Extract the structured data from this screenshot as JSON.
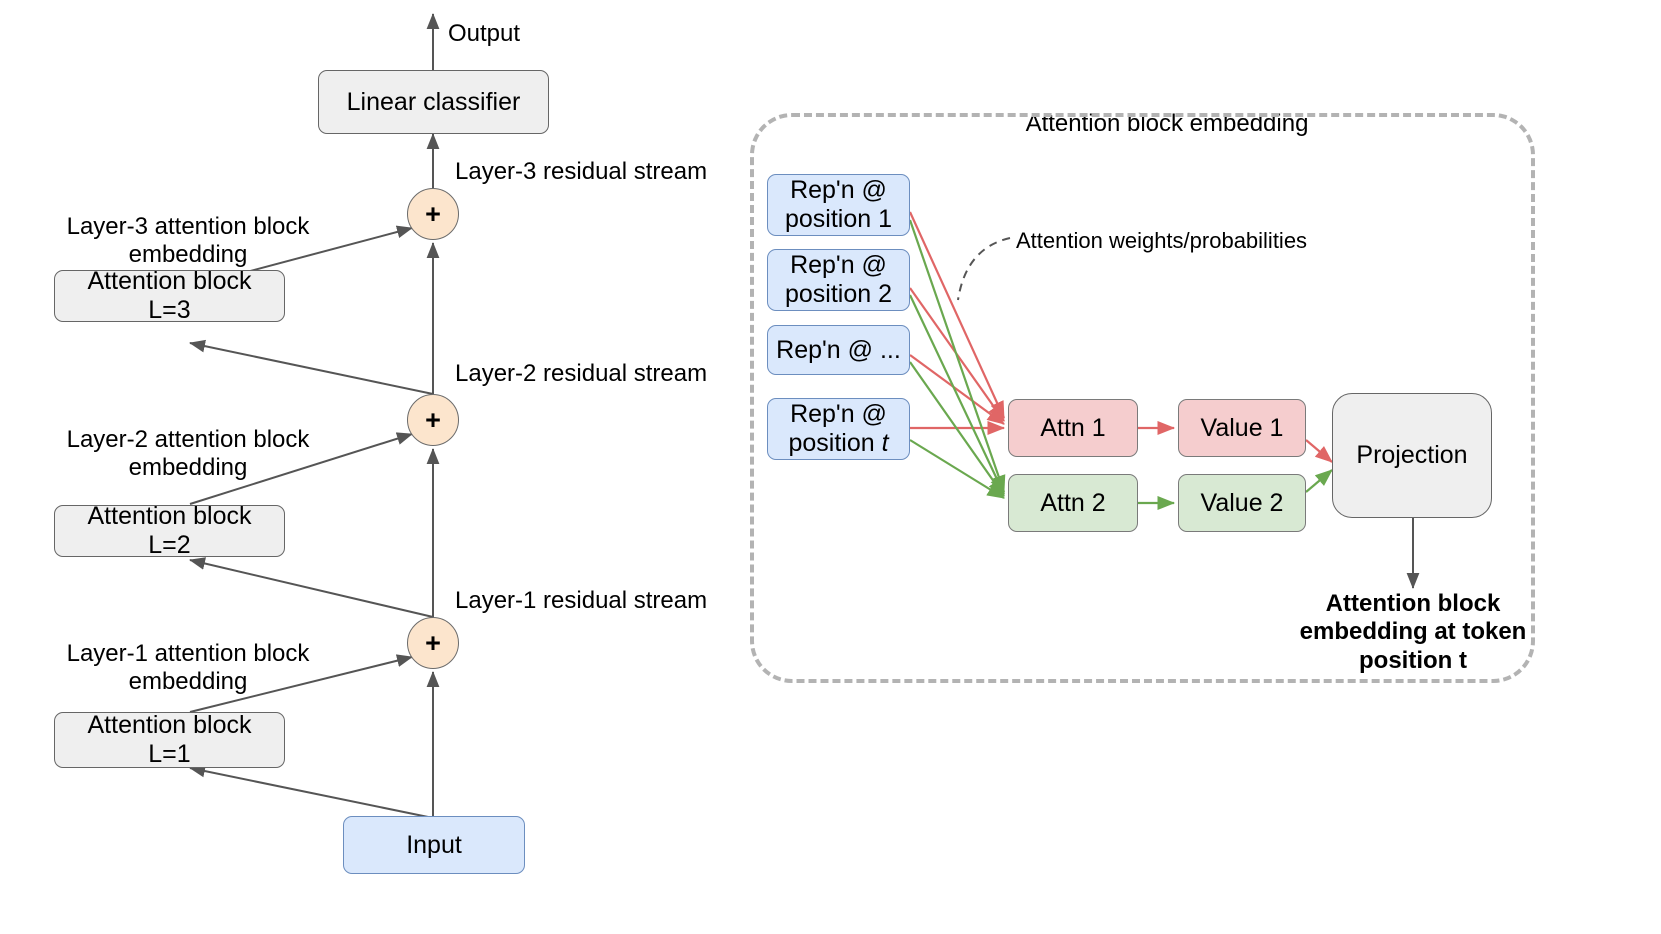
{
  "diagram": {
    "title_right": "Attention block embedding",
    "left_column": {
      "output_label": "Output",
      "classifier": "Linear classifier",
      "residual_streams": [
        "Layer-1 residual stream",
        "Layer-2 residual stream",
        "Layer-3 residual stream"
      ],
      "embedding_labels": [
        "Layer-1 attention block\nembedding",
        "Layer-2 attention block\nembedding",
        "Layer-3 attention block\nembedding"
      ],
      "attention_blocks": [
        "Attention block\nL=1",
        "Attention block\nL=2",
        "Attention block\nL=3"
      ],
      "adders": [
        "+",
        "+",
        "+"
      ],
      "input": "Input"
    },
    "right_panel": {
      "reps": [
        "Rep'n @\nposition 1",
        "Rep'n @\nposition 2",
        "Rep'n @ ..."
      ],
      "rep_t_line1": "Rep'n @",
      "rep_t_line2_prefix": "position ",
      "rep_t_line2_var": "t",
      "attn_weights_label": "Attention weights/probabilities",
      "heads": [
        {
          "attn": "Attn 1",
          "value": "Value 1"
        },
        {
          "attn": "Attn 2",
          "value": "Value 2"
        }
      ],
      "projection": "Projection",
      "output_caption": "Attention block\nembedding at token\nposition t"
    }
  },
  "colors": {
    "blue_fill": "#dae8fc",
    "blue_stroke": "#6c8ebf",
    "pink_fill": "#f5cdce",
    "green_fill": "#d8e9d3",
    "gray_fill": "#efefef",
    "orange_fill": "#fce5cd",
    "red_arrow": "#e06666",
    "green_arrow": "#6aa84f",
    "dark_arrow": "#555555",
    "dash_border": "#b3b3b3"
  }
}
